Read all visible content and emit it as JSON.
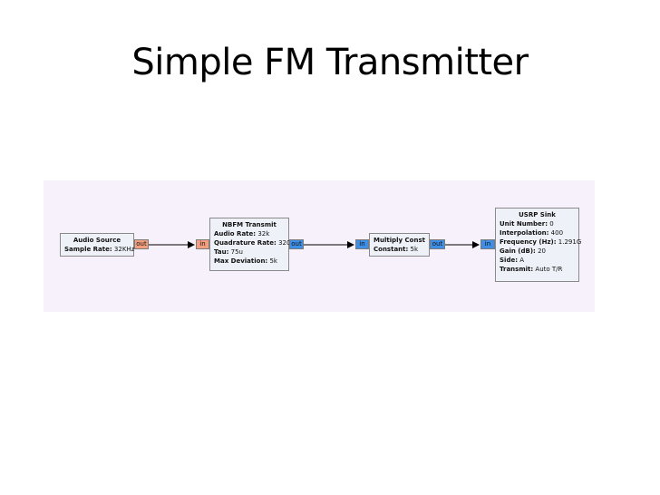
{
  "slide": {
    "title": "Simple FM Transmitter"
  },
  "colors": {
    "canvas": "#f7f1fb",
    "port_float": "#f39f7f",
    "port_complex": "#3f8fe6",
    "block_bg": "#eef1f7"
  },
  "blocks": {
    "audio_source": {
      "title": "Audio Source",
      "params": [
        {
          "key": "Sample Rate:",
          "value": "32KHz"
        }
      ],
      "out_port": "out"
    },
    "nbfm_transmit": {
      "title": "NBFM Transmit",
      "params": [
        {
          "key": "Audio Rate:",
          "value": "32k"
        },
        {
          "key": "Quadrature Rate:",
          "value": "320k"
        },
        {
          "key": "Tau:",
          "value": "75u"
        },
        {
          "key": "Max Deviation:",
          "value": "5k"
        }
      ],
      "in_port": "in",
      "out_port": "out"
    },
    "multiply_const": {
      "title": "Multiply Const",
      "params": [
        {
          "key": "Constant:",
          "value": "5k"
        }
      ],
      "in_port": "in",
      "out_port": "out"
    },
    "usrp_sink": {
      "title": "USRP Sink",
      "params": [
        {
          "key": "Unit Number:",
          "value": "0"
        },
        {
          "key": "Interpolation:",
          "value": "400"
        },
        {
          "key": "Frequency (Hz):",
          "value": "1.291G"
        },
        {
          "key": "Gain (dB):",
          "value": "20"
        },
        {
          "key": "Side:",
          "value": "A"
        },
        {
          "key": "Transmit:",
          "value": "Auto T/R"
        }
      ],
      "in_port": "in"
    }
  }
}
